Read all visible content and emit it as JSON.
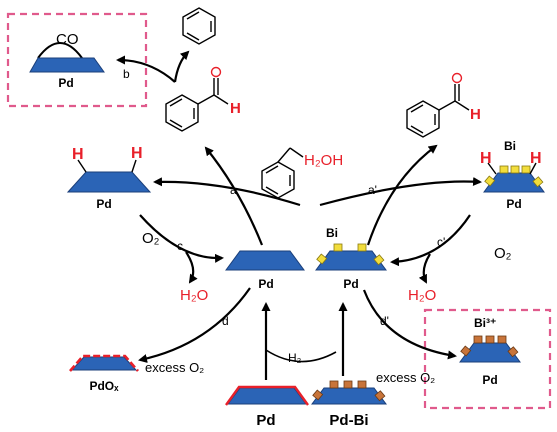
{
  "colors": {
    "support": "#2b64b6",
    "accent_red": "#e8202a",
    "bi_yellow": "#f2dd3c",
    "bi_oxidized": "#c8743a",
    "dashed_box": "#e05a8c",
    "arrow": "#000000"
  },
  "labels": {
    "pd": "Pd",
    "pd_bi": "Pd-Bi",
    "bi": "Bi",
    "bi3": "Bi³⁺",
    "pdox": "PdOₓ",
    "co": "CO",
    "h": "H",
    "h2": "H₂",
    "h2_oh": "H₂OH",
    "o2": "O₂",
    "h2o": "H₂O",
    "excess_o2": "excess O₂"
  },
  "steps": {
    "a": "a",
    "a_prime": "a'",
    "b": "b",
    "c": "c",
    "c_prime": "c'",
    "d": "d",
    "d_prime": "d'"
  }
}
